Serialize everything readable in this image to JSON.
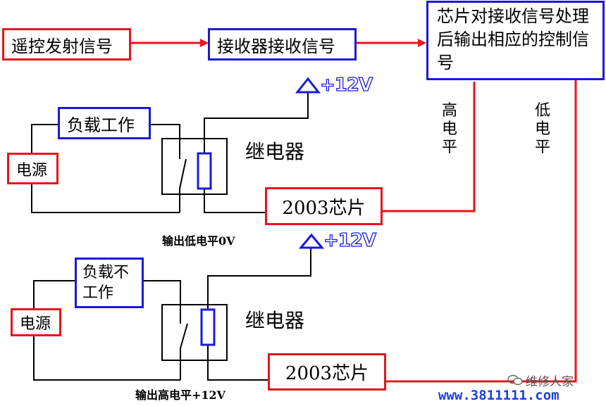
{
  "colors": {
    "red": "#e8141b",
    "blue": "#1a1ad6",
    "voltage": "#1a1ad6"
  },
  "top": {
    "remote_signal": "遥控发射信号",
    "receiver_signal": "接收器接收信号",
    "chip_process": "芯片对接收信号处理后输出相应的控制信号"
  },
  "levels": {
    "high_label": "高电平",
    "low_label": "低电平"
  },
  "circuit1": {
    "load": "负载工作",
    "power": "电源",
    "relay": "继电器",
    "chip": "2003芯片",
    "voltage": "+12V",
    "output": "输出低电平0V"
  },
  "circuit2": {
    "load": "负载不工作",
    "power": "电源",
    "relay": "继电器",
    "chip": "2003芯片",
    "voltage": "+12V",
    "output": "输出高电平+12V"
  },
  "watermark": {
    "brand": "维修人家",
    "url": "www.3811111.com"
  }
}
